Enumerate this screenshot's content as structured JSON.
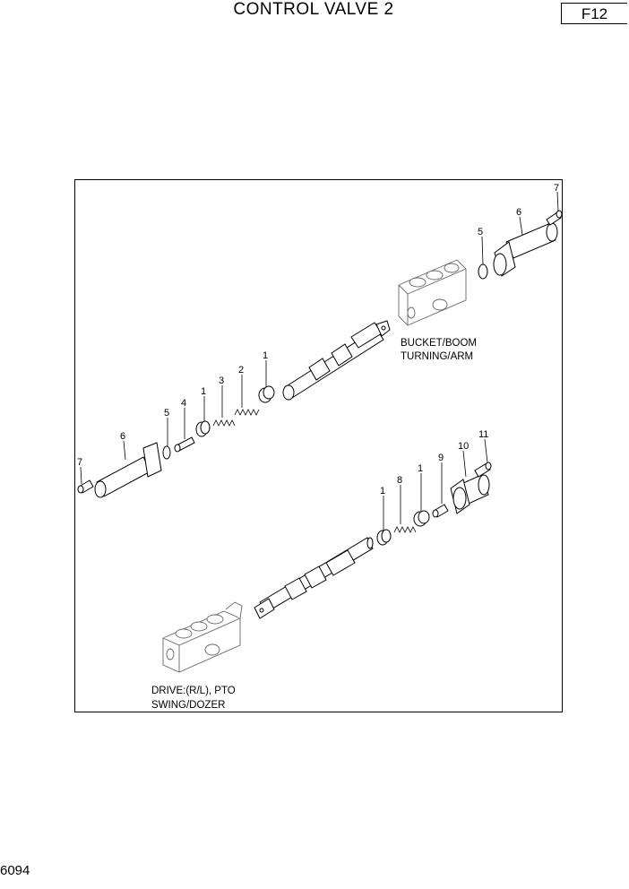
{
  "header": {
    "title": "CONTROL VALVE 2",
    "code": "F12"
  },
  "footer": {
    "page_id": "6094"
  },
  "upper_group": {
    "caption_line1": "BUCKET/BOOM",
    "caption_line2": "TURNING/ARM",
    "callouts": [
      "7",
      "6",
      "5",
      "1",
      "2",
      "3",
      "1",
      "4",
      "5",
      "6",
      "7"
    ]
  },
  "lower_group": {
    "caption_line1": "DRIVE:(R/L), PTO",
    "caption_line2": "SWING/DOZER",
    "callouts": [
      "11",
      "10",
      "9",
      "1",
      "8",
      "1"
    ]
  }
}
